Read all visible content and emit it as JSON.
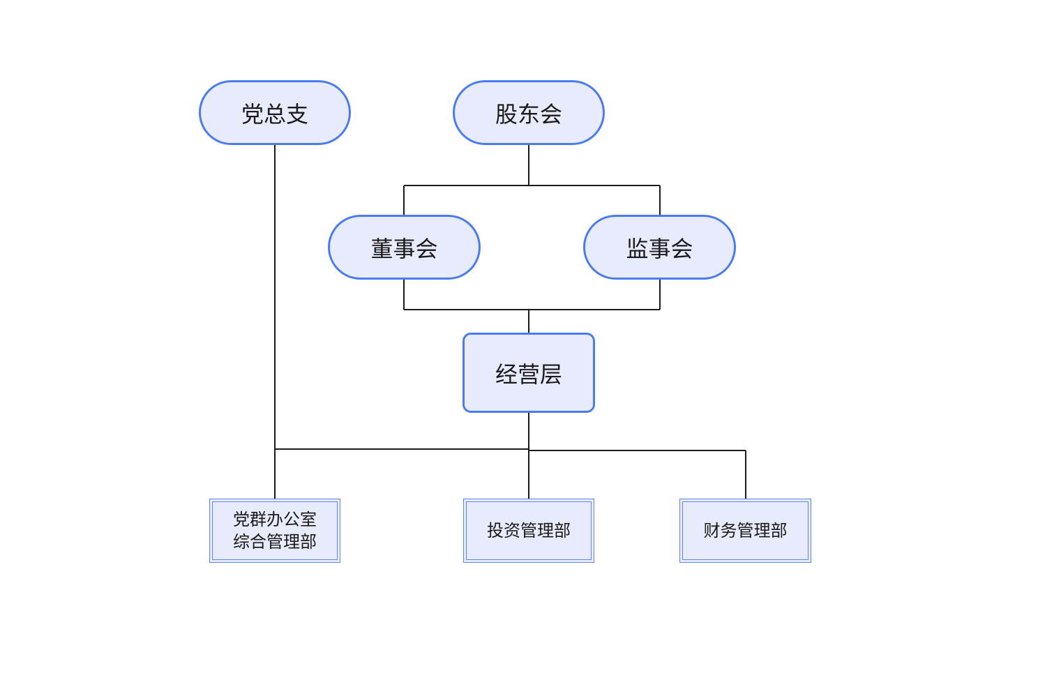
{
  "nodes": {
    "party_branch": "党总支",
    "shareholders": "股东会",
    "board": "董事会",
    "supervisors": "监事会",
    "management": "经营层",
    "dept_party_office_line1": "党群办公室",
    "dept_party_office_line2": "综合管理部",
    "dept_investment": "投资管理部",
    "dept_finance": "财务管理部"
  },
  "colors": {
    "node_fill": "#e8ebfc",
    "node_border": "#4a7cf0",
    "connector": "#1a1a1a"
  }
}
